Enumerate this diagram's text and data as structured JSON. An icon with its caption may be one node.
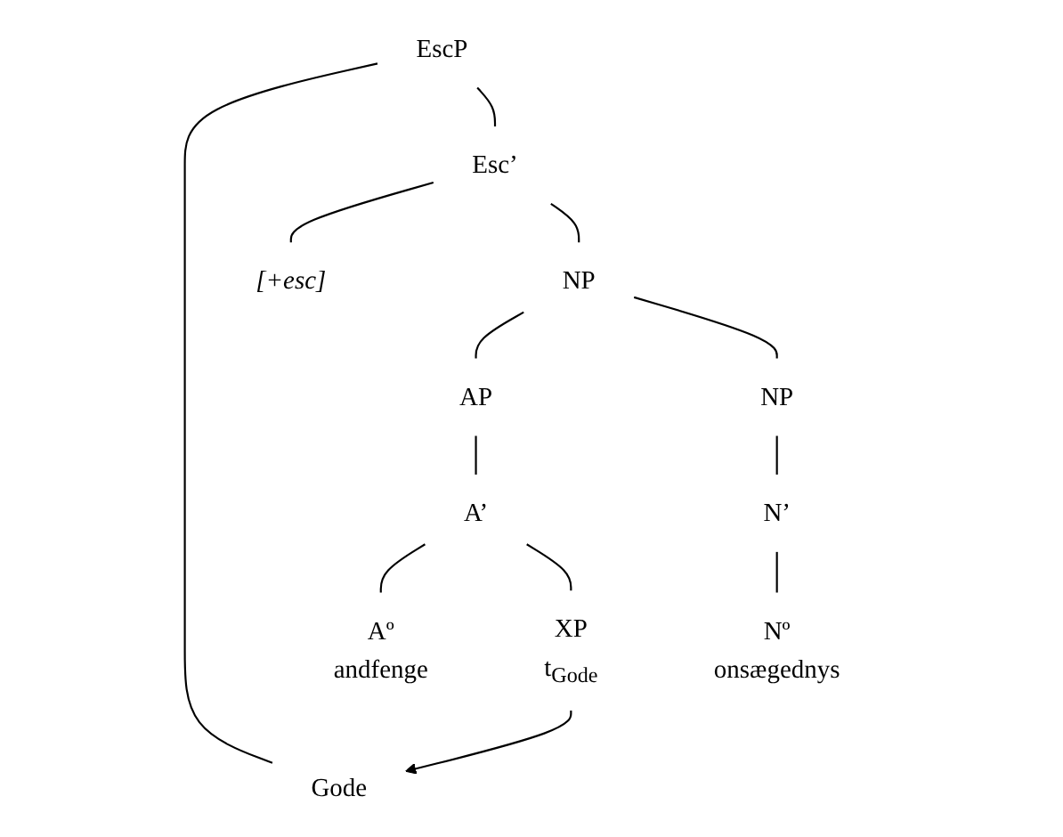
{
  "diagram": {
    "nodes": [
      {
        "text": [
          "EscP"
        ]
      },
      {
        "text": [
          "Gode"
        ]
      },
      {
        "text": [
          "Esc’"
        ]
      },
      {
        "text": [
          "[+esc]"
        ]
      },
      {
        "text": [
          "NP"
        ]
      },
      {
        "text": [
          "AP"
        ]
      },
      {
        "text": [
          "NP"
        ]
      },
      {
        "text": [
          "A’"
        ]
      },
      {
        "text": [
          "N’"
        ]
      },
      {
        "text": [
          "Aº",
          "andfenge"
        ]
      },
      {
        "text": [
          "XP",
          "t$_{Gode}$"
        ]
      },
      {
        "text": [
          "Nº",
          "onsægednys"
        ]
      }
    ],
    "edges": [
      {
        "from": 0,
        "to": 1,
        "arrow": "none"
      },
      {
        "from": 0,
        "to": 2,
        "arrow": "none"
      },
      {
        "from": 2,
        "to": 3,
        "arrow": "none"
      },
      {
        "from": 2,
        "to": 4,
        "arrow": "none"
      },
      {
        "from": 4,
        "to": 5,
        "arrow": "none"
      },
      {
        "from": 4,
        "to": 6,
        "arrow": "none"
      },
      {
        "from": 5,
        "to": 7,
        "arrow": "none"
      },
      {
        "from": 6,
        "to": 8,
        "arrow": "none"
      },
      {
        "from": 7,
        "to": 9,
        "arrow": "none"
      },
      {
        "from": 7,
        "to": 10,
        "arrow": "none"
      },
      {
        "from": 8,
        "to": 11,
        "arrow": "none"
      },
      {
        "from": 10,
        "to": 1,
        "arrow": "to"
      }
    ]
  }
}
